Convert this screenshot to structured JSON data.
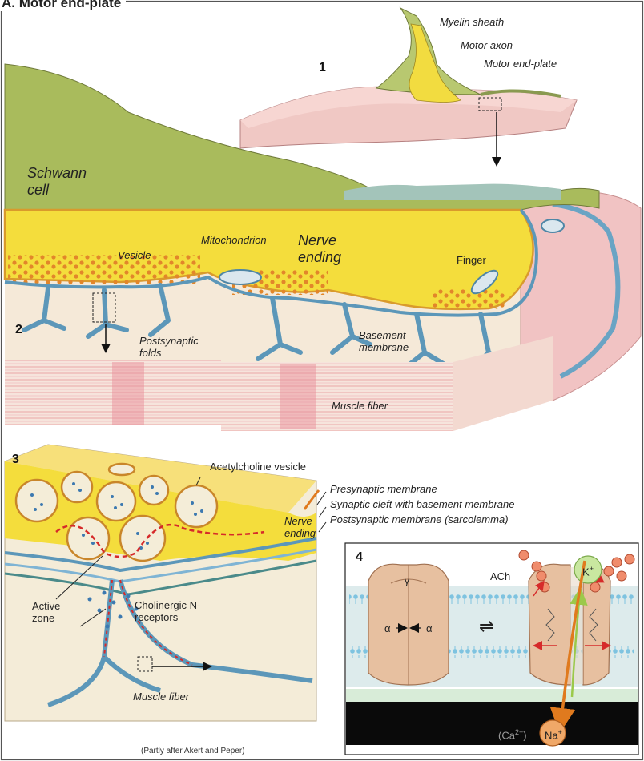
{
  "figure": {
    "title": "A. Motor end-plate",
    "credit": "(Partly after Akert and Peper)"
  },
  "panel1": {
    "number": "1",
    "labels": {
      "myelin": "Myelin sheath",
      "axon": "Motor axon",
      "endplate": "Motor end-plate"
    }
  },
  "panel2": {
    "number": "2",
    "labels": {
      "schwann": "Schwann cell",
      "nerve_ending": "Nerve ending",
      "mitochondrion": "Mitochondrion",
      "vesicle": "Vesicle",
      "finger": "Finger",
      "postsynaptic": "Postsynaptic folds",
      "basement": "Basement membrane",
      "muscle": "Muscle fiber"
    }
  },
  "panel3": {
    "number": "3",
    "labels": {
      "ach_vesicle": "Acetylcholine vesicle",
      "nerve_ending": "Nerve ending",
      "presynaptic": "Presynaptic membrane",
      "cleft": "Synaptic cleft with basement membrane",
      "postsynaptic": "Postsynaptic membrane (sarcolemma)",
      "active_zone": "Active zone",
      "receptors": "Cholinergic N-receptors",
      "muscle": "Muscle fiber"
    }
  },
  "panel4": {
    "number": "4",
    "labels": {
      "ach": "ACh",
      "k": "K",
      "k_sup": "+",
      "na": "Na",
      "na_sup": "+",
      "ca": "(Ca",
      "ca_sup": "2+",
      "ca_close": ")",
      "gamma": "γ",
      "alpha": "α",
      "equilibrium": "⇌"
    }
  },
  "colors": {
    "nerve_yellow": "#f3dc3c",
    "schwann_green": "#a7b95a",
    "membrane_blue": "#5c97b9",
    "muscle_pink": "#f0c0c0",
    "receptor_tan": "#e7c0a0",
    "arrow_orange": "#e07a1e",
    "arrow_red": "#d62a2a"
  }
}
